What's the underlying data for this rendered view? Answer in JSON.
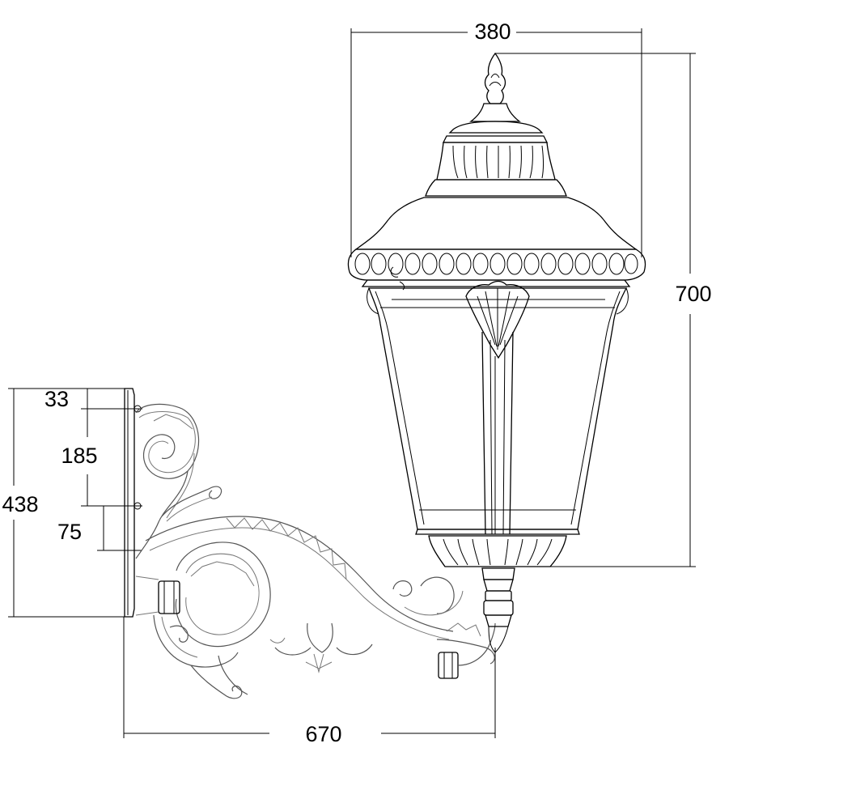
{
  "dimensions": {
    "top_width": "380",
    "height": "700",
    "bracket_height": "438",
    "top_offset": "33",
    "hole_spacing": "185",
    "bottom_offset": "75",
    "projection": "670"
  },
  "colors": {
    "line": "#000000",
    "ornament": "#555555",
    "background": "#ffffff"
  }
}
